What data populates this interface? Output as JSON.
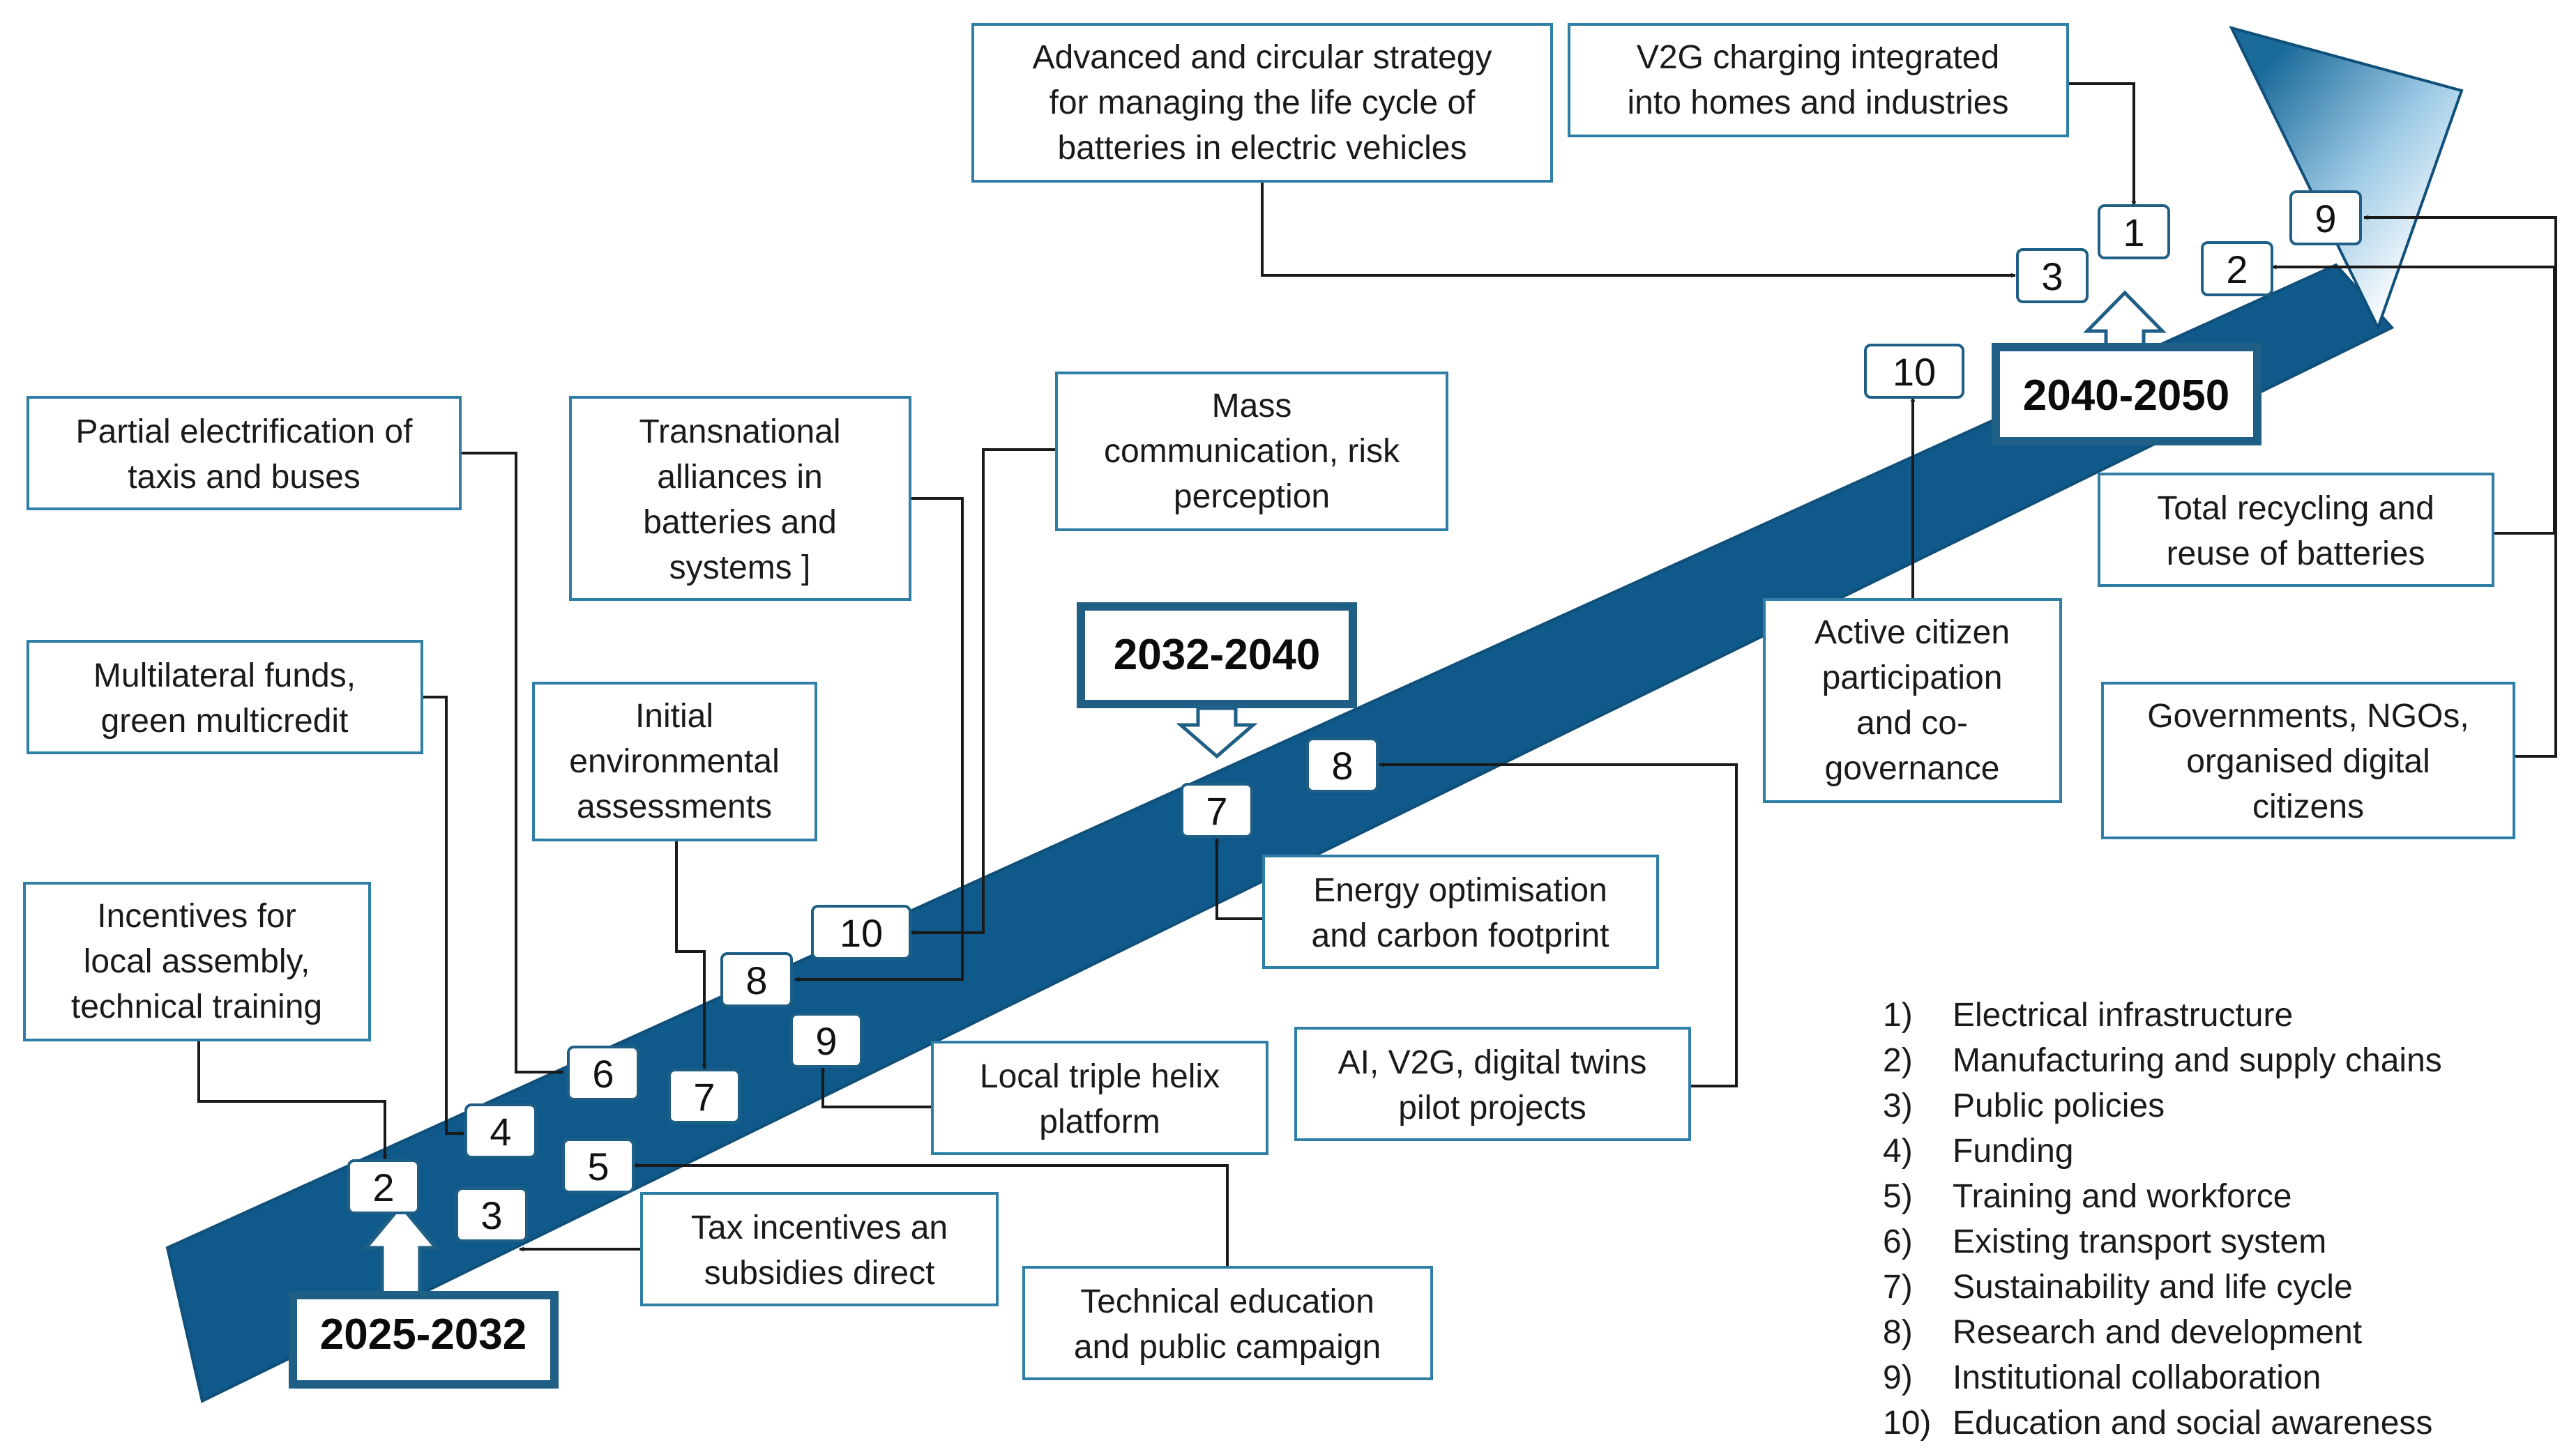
{
  "periods": {
    "p1": "2025-2032",
    "p2": "2032-2040",
    "p3": "2040-2050"
  },
  "boxes": {
    "advanced_circular": [
      "Advanced and circular strategy",
      "for managing the life cycle of",
      "batteries in electric vehicles"
    ],
    "v2g": [
      "V2G charging integrated",
      "into homes and industries"
    ],
    "partial_electrification": [
      "Partial electrification of",
      "taxis and buses"
    ],
    "transnational": [
      "Transnational",
      "alliances in",
      "batteries and",
      "systems ]"
    ],
    "mass_communication": [
      "Mass",
      "communication, risk",
      "perception"
    ],
    "multilateral": [
      "Multilateral funds,",
      "green multicredit"
    ],
    "initial_env": [
      "Initial",
      "environmental",
      "assessments"
    ],
    "incentives_local": [
      "Incentives for",
      "local assembly,",
      "technical training"
    ],
    "energy_opt": [
      "Energy optimisation",
      "and carbon footprint"
    ],
    "local_triple": [
      "Local triple helix",
      "platform"
    ],
    "ai_v2g": [
      "AI, V2G, digital twins",
      "pilot projects"
    ],
    "tax_incentives": [
      "Tax incentives an",
      "subsidies direct"
    ],
    "technical_education": [
      "Technical education",
      "and public campaign"
    ],
    "active_citizen": [
      "Active citizen",
      "participation",
      "and co-",
      "governance"
    ],
    "total_recycling": [
      "Total recycling and",
      "reuse of batteries"
    ],
    "governments": [
      "Governments, NGOs,",
      "organised digital",
      "citizens"
    ]
  },
  "markers": {
    "m2_p1": "2",
    "m3_p1": "3",
    "m4_p1": "4",
    "m5_p1": "5",
    "m6_p1": "6",
    "m7_p1": "7",
    "m9_p1": "9",
    "m8_p1": "8",
    "m10_p1": "10",
    "m7_p2": "7",
    "m8_p2": "8",
    "m10_p3": "10",
    "m3_p3": "3",
    "m1_p3": "1",
    "m2_p3": "2",
    "m9_p3": "9"
  },
  "legend": [
    {
      "num": "1)",
      "text": "Electrical infrastructure"
    },
    {
      "num": "2)",
      "text": "Manufacturing and supply chains"
    },
    {
      "num": "3)",
      "text": "Public policies"
    },
    {
      "num": "4)",
      "text": "Funding"
    },
    {
      "num": "5)",
      "text": "Training and workforce"
    },
    {
      "num": "6)",
      "text": "Existing transport system"
    },
    {
      "num": "7)",
      "text": "Sustainability and life cycle"
    },
    {
      "num": "8)",
      "text": "Research and development"
    },
    {
      "num": "9)",
      "text": "Institutional collaboration"
    },
    {
      "num": "10)",
      "text": "Education and social awareness"
    }
  ],
  "colors": {
    "arrow_dark": "#1a6a9a",
    "arrow_light": "#e8f3fa",
    "box_border": "#2e7ea6",
    "period_border": "#1f5f86"
  }
}
